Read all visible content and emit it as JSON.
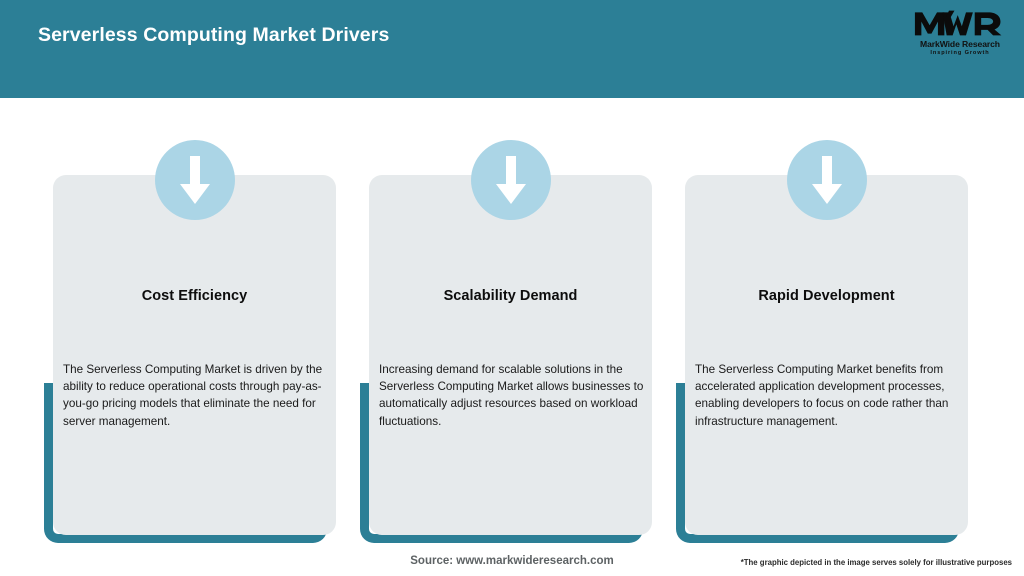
{
  "header": {
    "title": "Serverless Computing Market Drivers",
    "background_color": "#2C7F96",
    "title_color": "#FFFFFF"
  },
  "logo": {
    "mark": "MWR",
    "name": "MarkWide Research",
    "tagline": "Inspiring Growth",
    "icon": "mwr-logo-icon"
  },
  "cards": [
    {
      "icon": "down-arrow-icon",
      "title": "Cost Efficiency",
      "body": "The Serverless Computing Market is driven by the ability to reduce operational costs through pay-as-you-go pricing models that eliminate the need for server management."
    },
    {
      "icon": "down-arrow-icon",
      "title": "Scalability Demand",
      "body": "Increasing demand for scalable solutions in the Serverless Computing Market allows businesses to automatically adjust resources based on workload fluctuations."
    },
    {
      "icon": "down-arrow-icon",
      "title": "Rapid Development",
      "body": "The Serverless Computing Market benefits from accelerated application development processes, enabling developers to focus on code rather than infrastructure management."
    }
  ],
  "footer": {
    "source": "Source: www.markwideresearch.com",
    "disclaimer": "*The graphic depicted in the image serves solely for illustrative purposes"
  },
  "colors": {
    "teal": "#2C7F96",
    "card_background": "#E6EAEC",
    "circle": "#ABD5E6",
    "arrow": "#FFFFFF",
    "page_background": "#FFFFFF"
  }
}
